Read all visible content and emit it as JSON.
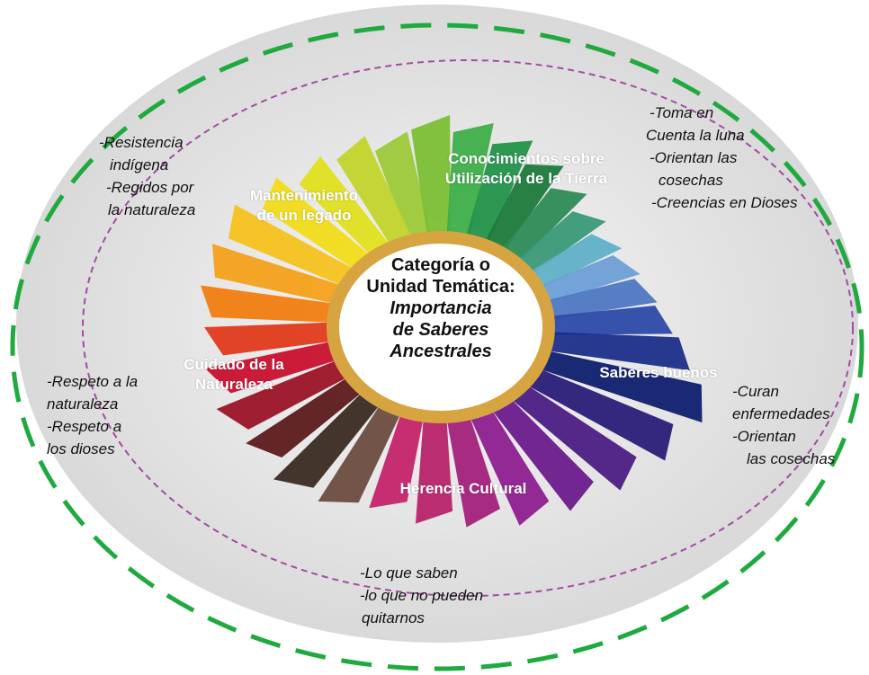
{
  "center": {
    "title_line1": "Categoría o",
    "title_line2": "Unidad Temática:",
    "subtitle_line1": "Importancia",
    "subtitle_line2": "de Saberes",
    "subtitle_line3": "Ancestrales"
  },
  "segments": {
    "conocimientos": {
      "line1": "Conocimientos sobre",
      "line2": "Utilización de la Tierra"
    },
    "mantenimiento": {
      "line1": "Mantenimiento",
      "line2": "de un legado"
    },
    "cuidado": {
      "line1": "Cuidado de la",
      "line2": "Naturaleza"
    },
    "saberes": {
      "line1": "Saberes buenos"
    },
    "herencia": {
      "line1": "Herencia Cultural"
    }
  },
  "annotations": {
    "top_left": [
      "-Resistencia",
      "indígena",
      "-Regidos por",
      "la naturaleza"
    ],
    "top_right": [
      "-Toma en",
      "Cuenta la luna",
      "-Orientan las",
      "cosechas",
      "-Creencias en  Dioses"
    ],
    "left": [
      "-Respeto a la",
      "naturaleza",
      "-Respeto a",
      "los dioses"
    ],
    "right": [
      "-Curan",
      "enfermedades",
      "-Orientan",
      "las cosechas"
    ],
    "bottom": [
      "-Lo que saben",
      "-lo que no pueden",
      "quitarnos"
    ]
  },
  "colors": {
    "outer_ellipse": "#1faa3f",
    "inner_ellipse": "#a44aa6",
    "center_ring": "#d6a440",
    "backdrop": "#e4e4e4"
  }
}
